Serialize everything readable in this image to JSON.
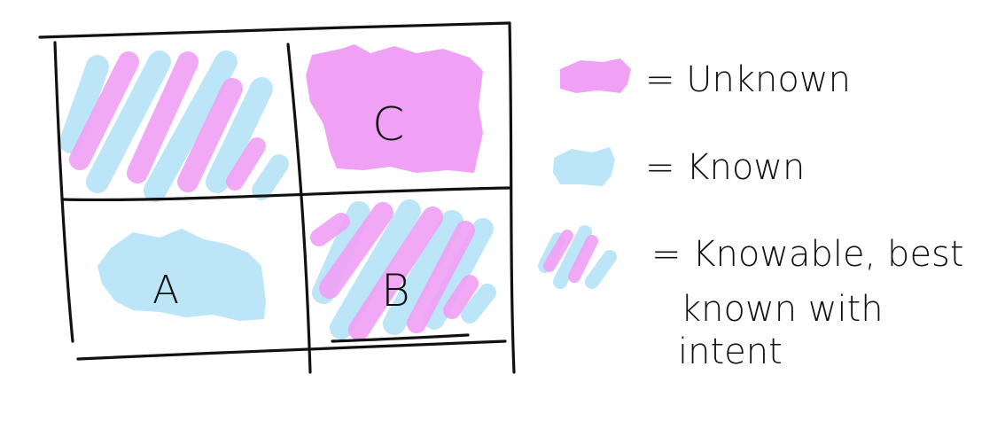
{
  "colors": {
    "unknown": "#f0a0f5",
    "known": "#bce6f8",
    "overlap": "#c58ef0",
    "ink": "#111111"
  },
  "grid": {
    "cell_a_label": "A",
    "cell_b_label": "B",
    "cell_c_label": "C",
    "cell_a_fill": "known",
    "cell_b_fill": "knowable",
    "cell_c_fill": "unknown",
    "cell_top_left_fill": "knowable"
  },
  "legend": {
    "unknown_label": "= Unknown",
    "known_label": "= Known",
    "knowable_line1": "= Knowable, best",
    "knowable_line2": "known with",
    "knowable_line3": "intent"
  }
}
